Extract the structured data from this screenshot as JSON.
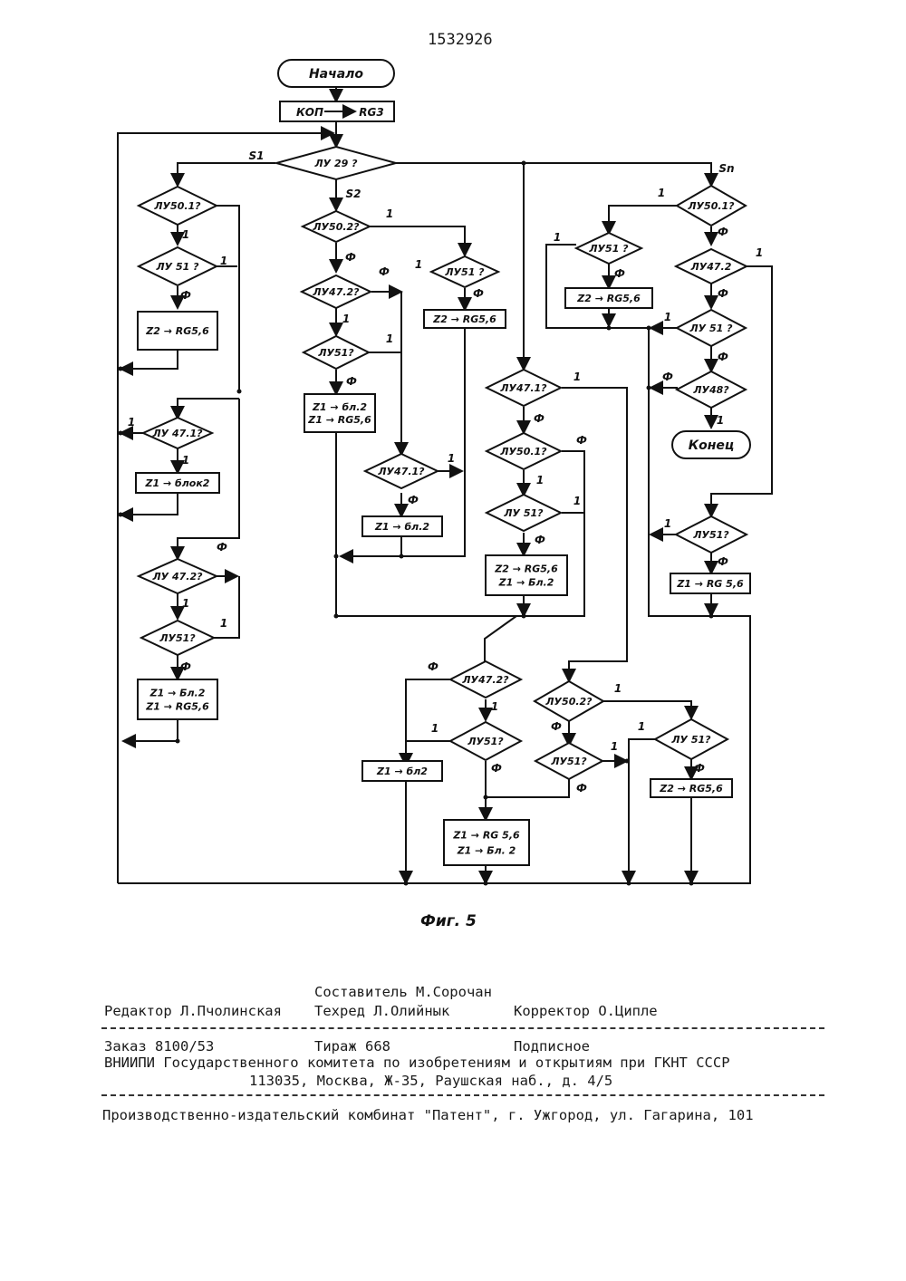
{
  "doc_number": "1532926",
  "figure": {
    "caption": "Фиг. 5",
    "labels": {
      "start": "Начало",
      "end": "Конец",
      "kop": "КОП",
      "rg3": "RG3",
      "b1": "ЛУ 29 ?",
      "b2": "ЛУ50.1?",
      "b3": "ЛУ 51 ?",
      "b4": "ЛУ 47.1?",
      "b5": "ЛУ 47.2?",
      "b6": "ЛУ51?",
      "b7": "ЛУ50.2?",
      "b8": "ЛУ47.2?",
      "b9": "ЛУ51?",
      "b10": "ЛУ51 ?",
      "b11": "ЛУ47.1?",
      "b12": "ЛУ47.1?",
      "b13": "ЛУ50.1?",
      "b14": "ЛУ 51?",
      "b15": "ЛУ47.2?",
      "b16": "ЛУ51?",
      "b17": "ЛУ50.2?",
      "b18": "ЛУ51?",
      "b19": "ЛУ 51?",
      "b20": "ЛУ50.1?",
      "b21": "ЛУ51 ?",
      "b22": "ЛУ47.2",
      "b23": "ЛУ 51 ?",
      "b24": "ЛУ48?",
      "b25": "ЛУ51?",
      "z2rg56": "Z2 → RG5,6",
      "z1blok2": "Z1 → блок2",
      "z1bl2": "Z1 → Бл.2",
      "z1rg56": "Z1 → RG5,6",
      "z1bl2b": "Z1 → бл.2",
      "z1rg56b": "Z1 → RG5,6",
      "z2rg56b": "Z2 → RG5,6",
      "z1bl2c": "Z1 → бл.2",
      "z2rg56c": "Z2 → RG5,6",
      "z1bl2d": "Z1 → Бл.2",
      "z1bl2e": "Z1 → бл2",
      "z1rg56c": "Z1 → RG 5,6",
      "z1bl2f": "Z1 → Бл. 2",
      "z2rg56d": "Z2 → RG5,6",
      "z2rg56e": "Z2 → RG5,6",
      "z1rg56d": "Z1 → RG 5,6",
      "s1": "S1",
      "s2": "S2",
      "sn": "Sn",
      "one": "1",
      "zero": "Ф"
    }
  },
  "footer": {
    "compiler": "Составитель М.Сорочан",
    "editor": "Редактор Л.Пчолинская",
    "techred": "Техред Л.Олийнык",
    "corrector": "Корректор О.Ципле",
    "order": "Заказ 8100/53",
    "circulation": "Тираж 668",
    "subscription": "Подписное",
    "institute": "ВНИИПИ Государственного комитета по изобретениям и открытиям при ГКНТ СССР",
    "address": "113035, Москва, Ж-35, Раушская наб., д. 4/5",
    "plant": "Производственно-издательский комбинат \"Патент\", г. Ужгород, ул. Гагарина, 101"
  }
}
